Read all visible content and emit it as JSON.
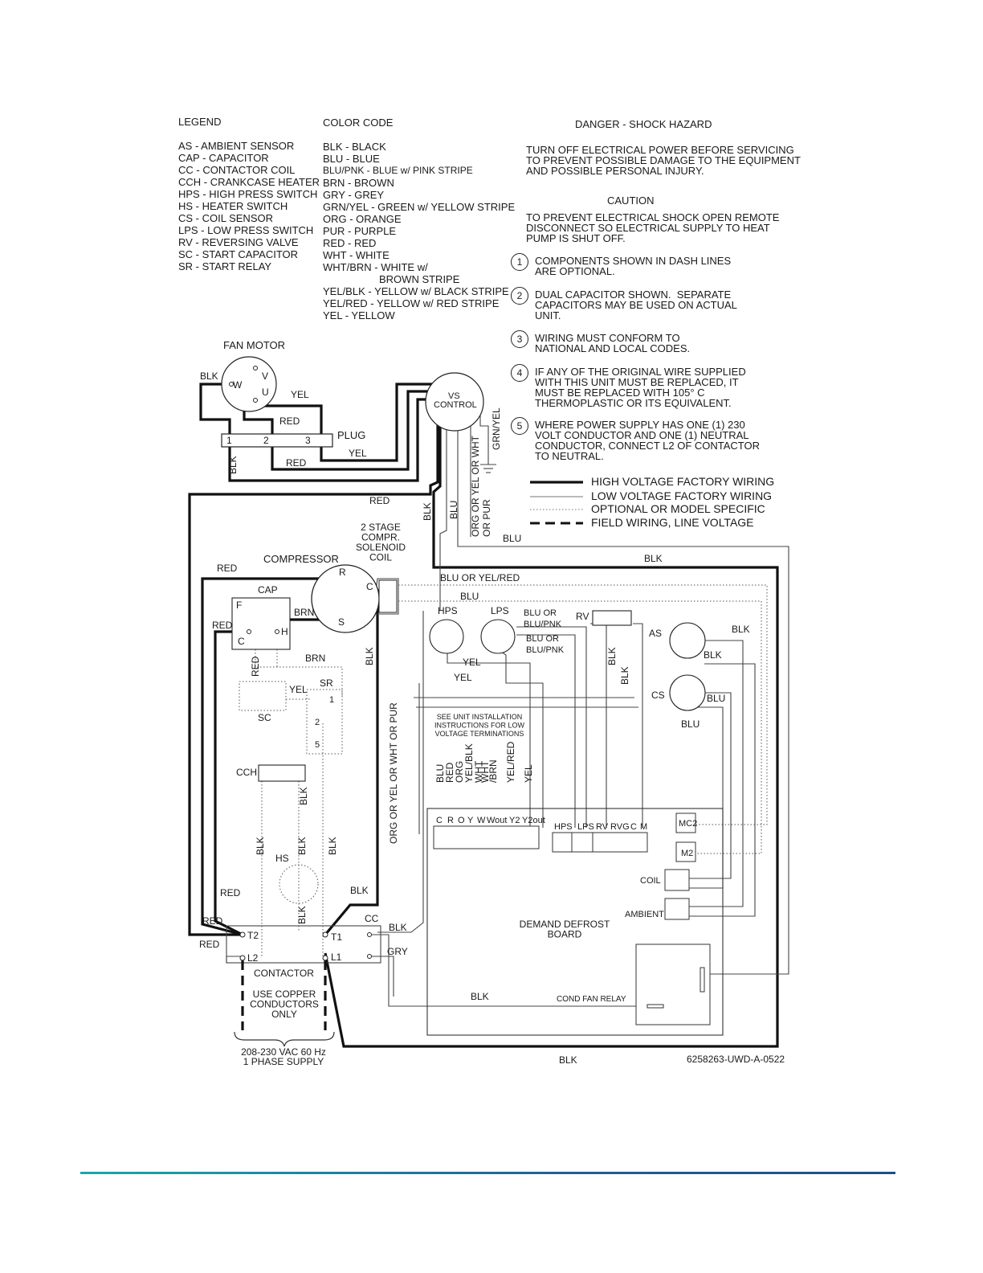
{
  "legend": {
    "title": "LEGEND",
    "items": [
      "AS  - AMBIENT SENSOR",
      "CAP - CAPACITOR",
      "CC  - CONTACTOR COIL",
      "CCH - CRANKCASE HEATER",
      "HPS - HIGH PRESS SWITCH",
      "HS  - HEATER SWITCH",
      "CS - COIL SENSOR",
      "LPS - LOW PRESS SWITCH",
      "RV  - REVERSING VALVE",
      "SC  - START CAPACITOR",
      "SR  - START RELAY"
    ]
  },
  "color_code": {
    "title": "COLOR CODE",
    "items": [
      "BLK - BLACK",
      "BLU - BLUE",
      "BLU/PNK - BLUE w/ PINK STRIPE",
      "BRN - BROWN",
      "GRY - GREY",
      "GRN/YEL - GREEN w/ YELLOW STRIPE",
      "ORG - ORANGE",
      "PUR - PURPLE",
      "RED - RED",
      "WHT - WHITE",
      "WHT/BRN - WHITE w/",
      "BROWN STRIPE",
      "YEL/BLK - YELLOW w/ BLACK STRIPE",
      "YEL/RED - YELLOW w/ RED STRIPE",
      "YEL - YELLOW"
    ]
  },
  "danger": {
    "title": "DANGER - SHOCK HAZARD",
    "text": "TURN OFF ELECTRICAL POWER BEFORE SERVICING\nTO PREVENT POSSIBLE DAMAGE TO THE EQUIPMENT\nAND POSSIBLE PERSONAL INJURY."
  },
  "caution": {
    "title": "CAUTION",
    "text": "TO PREVENT ELECTRICAL SHOCK OPEN REMOTE\nDISCONNECT SO ELECTRICAL SUPPLY TO HEAT\nPUMP IS SHUT OFF."
  },
  "notes": [
    {
      "num": "1",
      "text": "COMPONENTS SHOWN IN DASH LINES\nARE OPTIONAL."
    },
    {
      "num": "2",
      "text": "DUAL CAPACITOR SHOWN.  SEPARATE\nCAPACITORS MAY BE USED ON ACTUAL\nUNIT."
    },
    {
      "num": "3",
      "text": "WIRING MUST CONFORM TO\nNATIONAL AND LOCAL CODES."
    },
    {
      "num": "4",
      "text": "IF ANY OF THE ORIGINAL WIRE SUPPLIED\nWITH THIS UNIT MUST BE REPLACED, IT\nMUST BE REPLACED WITH 105° C\nTHERMOPLASTIC OR ITS EQUIVALENT."
    },
    {
      "num": "5",
      "text": "WHERE POWER SUPPLY HAS ONE (1) 230\nVOLT CONDUCTOR AND ONE (1) NEUTRAL\nCONDUCTOR, CONNECT L2 OF CONTACTOR\nTO NEUTRAL."
    }
  ],
  "line_key": [
    "HIGH VOLTAGE FACTORY WIRING",
    "LOW VOLTAGE FACTORY WIRING",
    "OPTIONAL OR MODEL SPECIFIC",
    "FIELD WIRING, LINE VOLTAGE"
  ],
  "components": {
    "fan_motor": "FAN MOTOR",
    "vs": "VS",
    "control": "CONTROL",
    "plug": "PLUG",
    "compressor": "COMPRESSOR",
    "cap": "CAP",
    "solenoid": "2 STAGE\nCOMPR.\nSOLENOID\nCOIL",
    "sc": "SC",
    "sr": "SR",
    "cch": "CCH",
    "hs": "HS",
    "hps": "HPS",
    "lps": "LPS",
    "rv": "RV",
    "as": "AS",
    "cs": "CS",
    "cc": "CC",
    "contactor": "CONTACTOR",
    "copper_note": "USE COPPER\nCONDUCTORS\nONLY",
    "supply": "208-230 VAC 60 Hz\n1 PHASE SUPPLY",
    "defrost_board": "DEMAND DEFROST\nBOARD",
    "see_unit": "SEE UNIT INSTALLATION\nINSTRUCTIONS FOR LOW\nVOLTAGE TERMINATIONS",
    "cond_fan_relay": "COND FAN RELAY",
    "mc2": "MC2",
    "m2": "M2",
    "coil": "COIL",
    "ambient": "AMBIENT"
  },
  "terminals": {
    "motor_w": "W",
    "motor_v": "V",
    "motor_u": "U",
    "plug_1": "1",
    "plug_2": "2",
    "plug_3": "3",
    "comp_r": "R",
    "comp_c": "C",
    "comp_s": "S",
    "cap_f": "F",
    "cap_c": "C",
    "cap_h": "H",
    "sr_1": "1",
    "sr_2": "2",
    "sr_5": "5",
    "t2": "T2",
    "t1": "T1",
    "l2": "L2",
    "l1": "L1",
    "lv_terms": [
      "C",
      "R",
      "O",
      "Y",
      "W",
      "Wout",
      "Y2",
      "Y2out"
    ],
    "hv_terms": [
      "HPS",
      "LPS",
      "RV",
      "RVG",
      "C",
      "M"
    ]
  },
  "wire_labels": {
    "blk": "BLK",
    "yel": "YEL",
    "red": "RED",
    "brn": "BRN",
    "blu": "BLU",
    "gry": "GRY",
    "grn_yel": "GRN/YEL",
    "org_yel_wht": "ORG OR YEL OR WHT",
    "or_pur": "OR PUR",
    "org_yel_wht_pur": "ORG OR YEL OR WHT OR PUR",
    "blu_or_yel_red": "BLU OR YEL/RED",
    "blu_or": "BLU OR",
    "blu_pnk": "BLU/PNK",
    "lv_colors": [
      "BLU",
      "RED",
      "ORG",
      "YEL/BLK",
      "WHT",
      "WHT\n/BRN",
      "YEL/RED",
      "YEL"
    ]
  },
  "part_number": "6258263-UWD-A-0522"
}
